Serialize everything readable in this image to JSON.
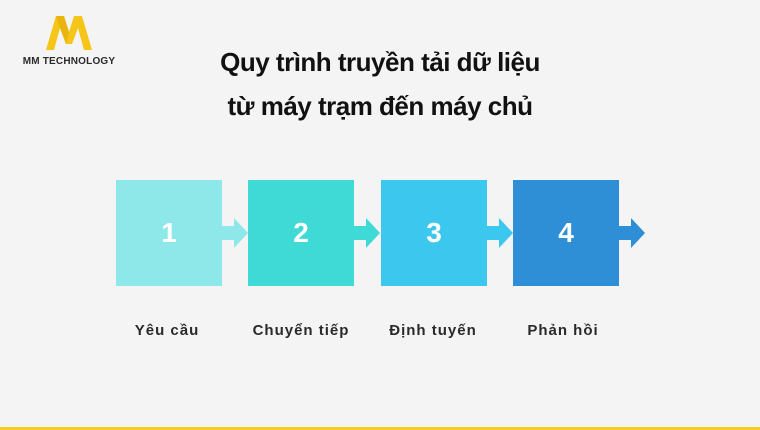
{
  "brand": {
    "name": "MM TECHNOLOGY",
    "logo_icon": "mm-logo-icon",
    "logo_color": "#f5c518"
  },
  "title": {
    "line1": "Quy trình truyền tải dữ liệu",
    "line2": "từ máy trạm đến máy chủ"
  },
  "steps": [
    {
      "number": "1",
      "label": "Yêu cầu",
      "color": "#8ee8ea"
    },
    {
      "number": "2",
      "label": "Chuyển tiếp",
      "color": "#3fdad6"
    },
    {
      "number": "3",
      "label": "Định tuyến",
      "color": "#3cc8ee"
    },
    {
      "number": "4",
      "label": "Phản hồi",
      "color": "#2f8fd6"
    }
  ],
  "accent_line_color": "#f5d020"
}
